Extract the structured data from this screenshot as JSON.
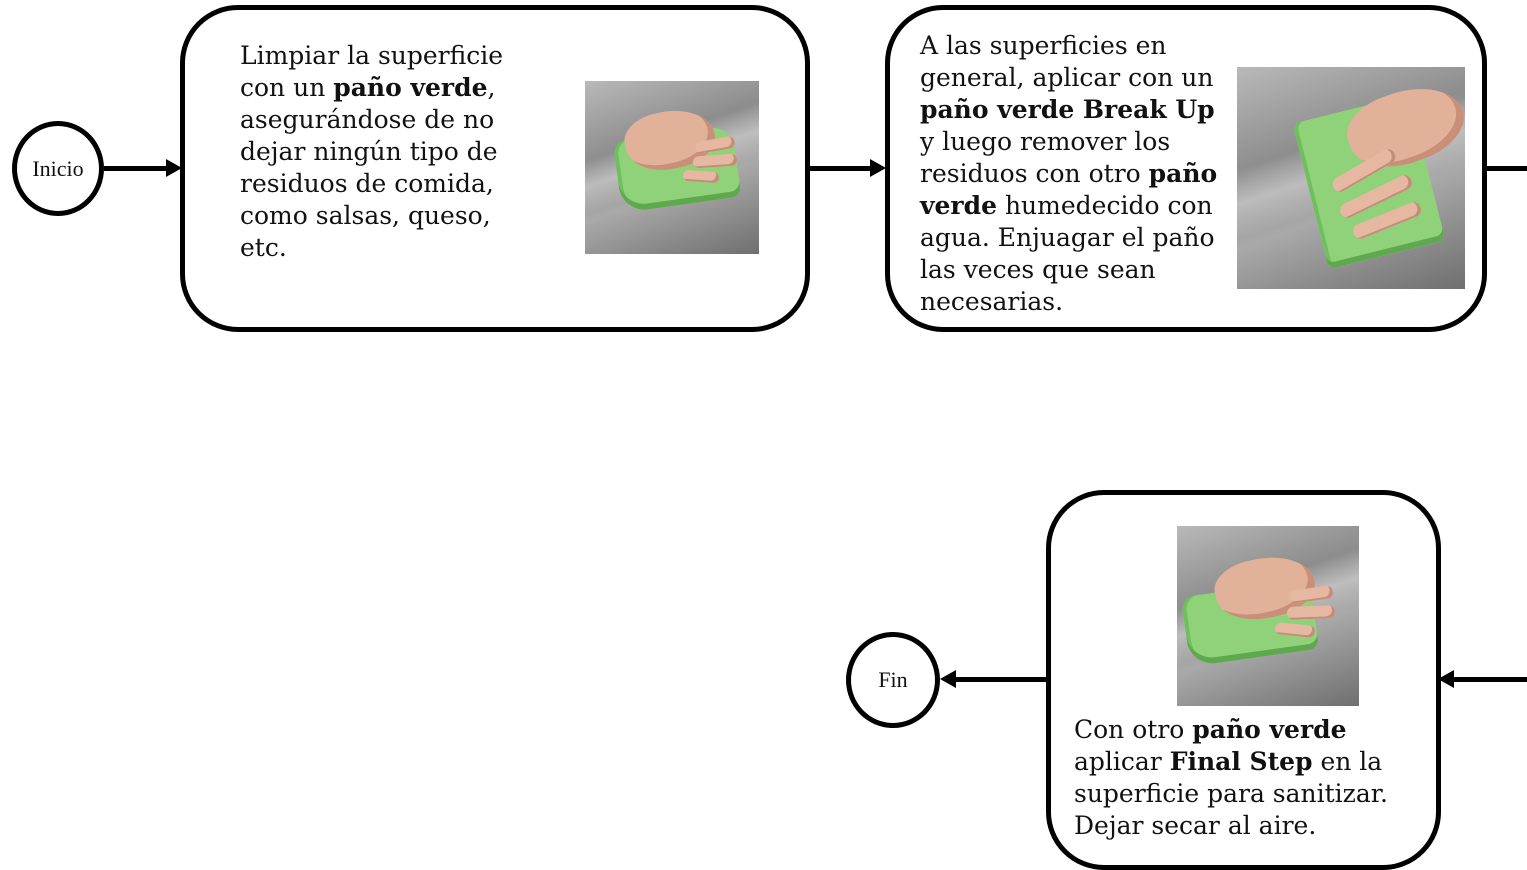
{
  "start": {
    "label": "Inicio"
  },
  "end": {
    "label": "Fin"
  },
  "step1": {
    "p1": "Limpiar la superficie con un ",
    "b1": "paño verde",
    "p2": ", asegurándose de  no dejar ningún tipo de residuos de comida, como salsas, queso, etc.",
    "image": "hand-cleaning-with-green-cloth-photo"
  },
  "step2": {
    "p1": "A las superficies en general, aplicar con un ",
    "b1": "paño verde Break Up",
    "p2": " y luego remover los residuos con otro ",
    "b2": "paño verde",
    "p3": " humedecido con agua. Enjuagar el paño las veces que sean necesarias.",
    "image": "hand-on-green-cloth-photo"
  },
  "step3": {
    "p1": "Con otro ",
    "b1": "paño verde",
    "p2": " aplicar ",
    "b2": "Final Step",
    "p3": " en la superficie para sanitizar. Dejar secar al aire.",
    "image": "hand-cleaning-with-green-cloth-photo"
  },
  "colors": {
    "stroke": "#000000",
    "cloth": "#8fd27a",
    "steel": "#a0a0a0"
  }
}
